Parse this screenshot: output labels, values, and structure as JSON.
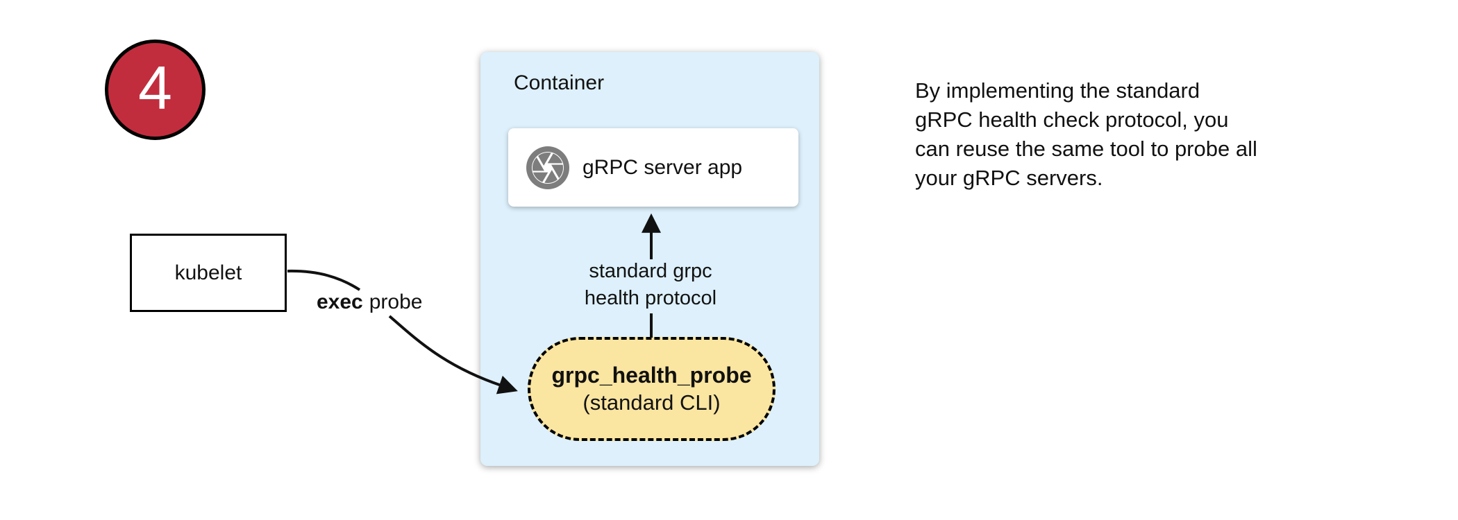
{
  "badge": {
    "number": "4"
  },
  "kubelet": {
    "label": "kubelet"
  },
  "exec_probe": {
    "bold": "exec",
    "rest": "probe"
  },
  "container": {
    "title": "Container",
    "server_app": {
      "label": "gRPC server app",
      "icon": "aperture-icon"
    },
    "protocol_label": {
      "lines": [
        "standard grpc",
        "health protocol"
      ]
    },
    "probe_pill": {
      "name": "grpc_health_probe",
      "subtitle": "(standard CLI)"
    }
  },
  "note": {
    "lines": [
      "By implementing the standard",
      "gRPC health check protocol, you",
      "can reuse the same tool to probe all",
      "your gRPC servers."
    ]
  },
  "colors": {
    "badge_red": "#C22D3E",
    "container_blue": "#DDF0FB",
    "pill_yellow": "#FAE5A1",
    "icon_gray": "#7D7D7D",
    "ink": "#111111"
  }
}
